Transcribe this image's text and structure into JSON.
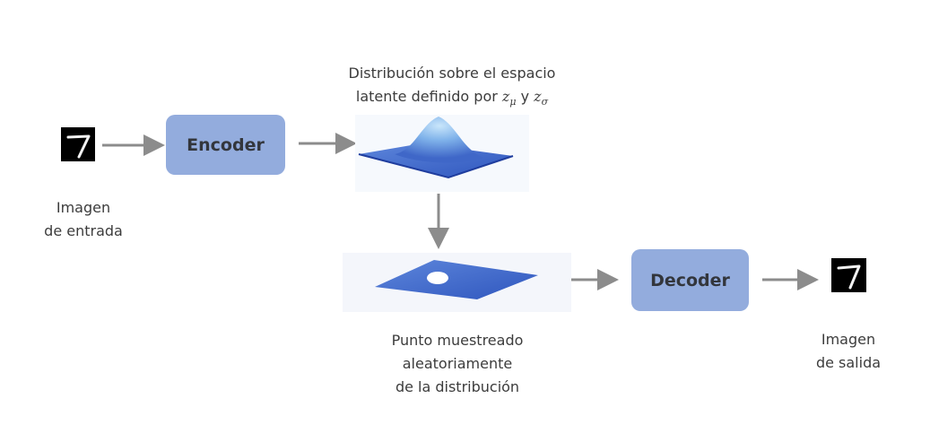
{
  "encoder_label": "Encoder",
  "decoder_label": "Decoder",
  "input_caption": {
    "line1": "Imagen",
    "line2": "de entrada"
  },
  "output_caption": {
    "line1": "Imagen",
    "line2": "de salida"
  },
  "distribution_caption": {
    "line1": "Distribución sobre el espacio",
    "line2_prefix": "latente definido por",
    "z": "z",
    "mu": "μ",
    "and": "y",
    "sigma": "σ"
  },
  "sample_caption": {
    "line1": "Punto muestreado",
    "line2": "aleatoriamente",
    "line3": "de la distribución"
  },
  "colors": {
    "box": "#93acdd",
    "arrow": "#8c8c8c",
    "plane": "#4a68c4",
    "surface_peak": "#b5d8f5"
  }
}
